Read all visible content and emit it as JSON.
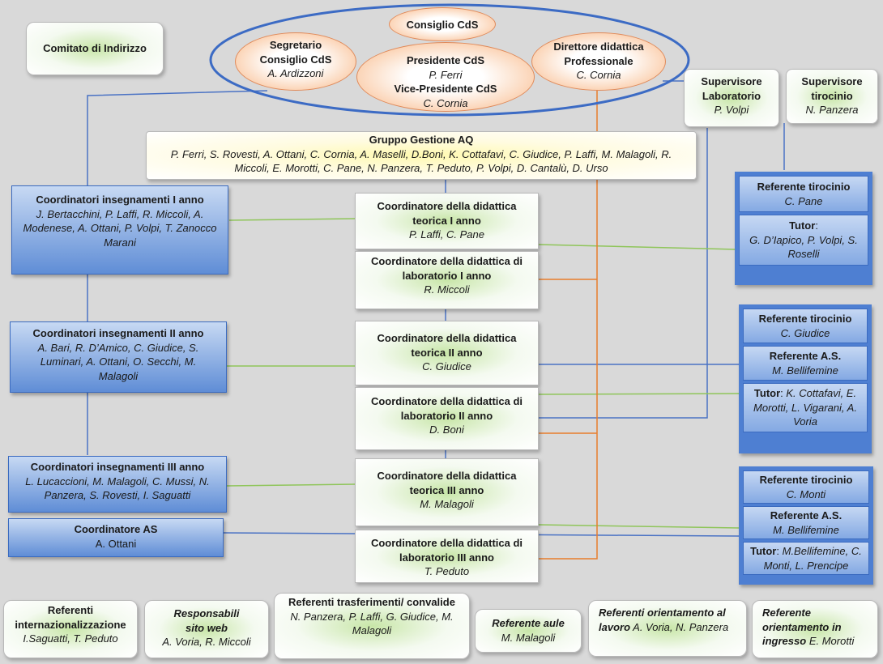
{
  "comitato": "Comitato di Indirizzo",
  "consiglio": "Consiglio CdS",
  "segretario": {
    "title": "Segretario Consiglio CdS",
    "name": "A. Ardizzoni"
  },
  "presidente": {
    "title": "Presidente CdS",
    "name": "P. Ferri",
    "title2": "Vice-Presidente CdS",
    "name2": "C. Cornia"
  },
  "direttore": {
    "title": "Direttore didattica Professionale",
    "name": "C. Cornia"
  },
  "sup_lab": {
    "title": "Supervisore Laboratorio",
    "name": "P. Volpi"
  },
  "sup_tir": {
    "title": "Supervisore tirocinio",
    "name": "N. Panzera"
  },
  "gruppo": {
    "title": "Gruppo Gestione AQ",
    "members": "P. Ferri, S. Rovesti, A. Ottani, C. Cornia, A. Maselli, D.Boni, K. Cottafavi, C. Giudice, P. Laffi, M. Malagoli, R. Miccoli, E. Morotti, C. Pane, N. Panzera, T. Peduto, P. Volpi, D. Cantalù, D. Urso"
  },
  "coord1": {
    "title": "Coordinatori insegnamenti I  anno",
    "names": "J. Bertacchini, P. Laffi, R. Miccoli, A. Modenese, A. Ottani, P. Volpi, T. Zanocco Marani"
  },
  "coord2": {
    "title": "Coordinatori insegnamenti II anno",
    "names": "A. Bari, R. D’Amico, C. Giudice, S. Luminari, A. Ottani, O. Secchi, M. Malagoli"
  },
  "coord3": {
    "title": "Coordinatori insegnamenti III anno",
    "names": "L. Lucaccioni, M. Malagoli, C. Mussi, N. Panzera, S. Rovesti, I. Saguatti"
  },
  "coord_as": {
    "title": "Coordinatore AS",
    "name": "A. Ottani"
  },
  "didattica": [
    {
      "title": "Coordinatore della didattica teorica  I anno",
      "name": "P. Laffi, C. Pane"
    },
    {
      "title": "Coordinatore della didattica di laboratorio  I anno",
      "name": "R. Miccoli"
    },
    {
      "title": "Coordinatore della didattica teorica  II anno",
      "name": "C. Giudice"
    },
    {
      "title": "Coordinatore della didattica di laboratorio  II anno",
      "name": "D. Boni"
    },
    {
      "title": "Coordinatore della didattica teorica III anno",
      "name": "M. Malagoli"
    },
    {
      "title": "Coordinatore della didattica di laboratorio  III anno",
      "name": "T. Peduto"
    }
  ],
  "ref1": {
    "tir_title": "Referente tirocinio",
    "tir_name": "C. Pane",
    "tutor_label": "Tutor",
    "tutor_names": "G. D’Iapico, P. Volpi, S. Roselli"
  },
  "ref2": {
    "tir_title": "Referente  tirocinio",
    "tir_name": "C. Giudice",
    "as_title": "Referente A.S.",
    "as_name": "M. Bellifemine",
    "tutor_label": "Tutor",
    "tutor_names": "K. Cottafavi, E. Morotti, L. Vigarani, A. Voria"
  },
  "ref3": {
    "tir_title": "Referente tirocinio",
    "tir_name": "C. Monti",
    "as_title": "Referente A.S.",
    "as_name": "M. Bellifemine",
    "tutor_label": "Tutor",
    "tutor_names": "M.Bellifemine, C. Monti, L. Prencipe"
  },
  "bottom": {
    "intern_title": "Referenti internazionalizzazione",
    "intern_names": "I.Saguatti, T. Peduto",
    "web_title": "Responsabili sito web",
    "web_names": "A. Voria, R. Miccoli",
    "trasf_title": "Referenti trasferimenti/ convalide",
    "trasf_names": "N. Panzera, P. Laffi, G. Giudice, M. Malagoli",
    "aule_title": "Referente aule",
    "aule_names": "M. Malagoli",
    "orl_title": "Referenti orientamento al lavoro",
    "orl_names": "A. Voria, N. Panzera",
    "ori_title": "Referente orientamento in ingresso",
    "ori_names": "E. Morotti"
  },
  "colors": {
    "blue_line": "#4a72c4",
    "green_line": "#8fc55a",
    "orange_line": "#e87d2c"
  }
}
